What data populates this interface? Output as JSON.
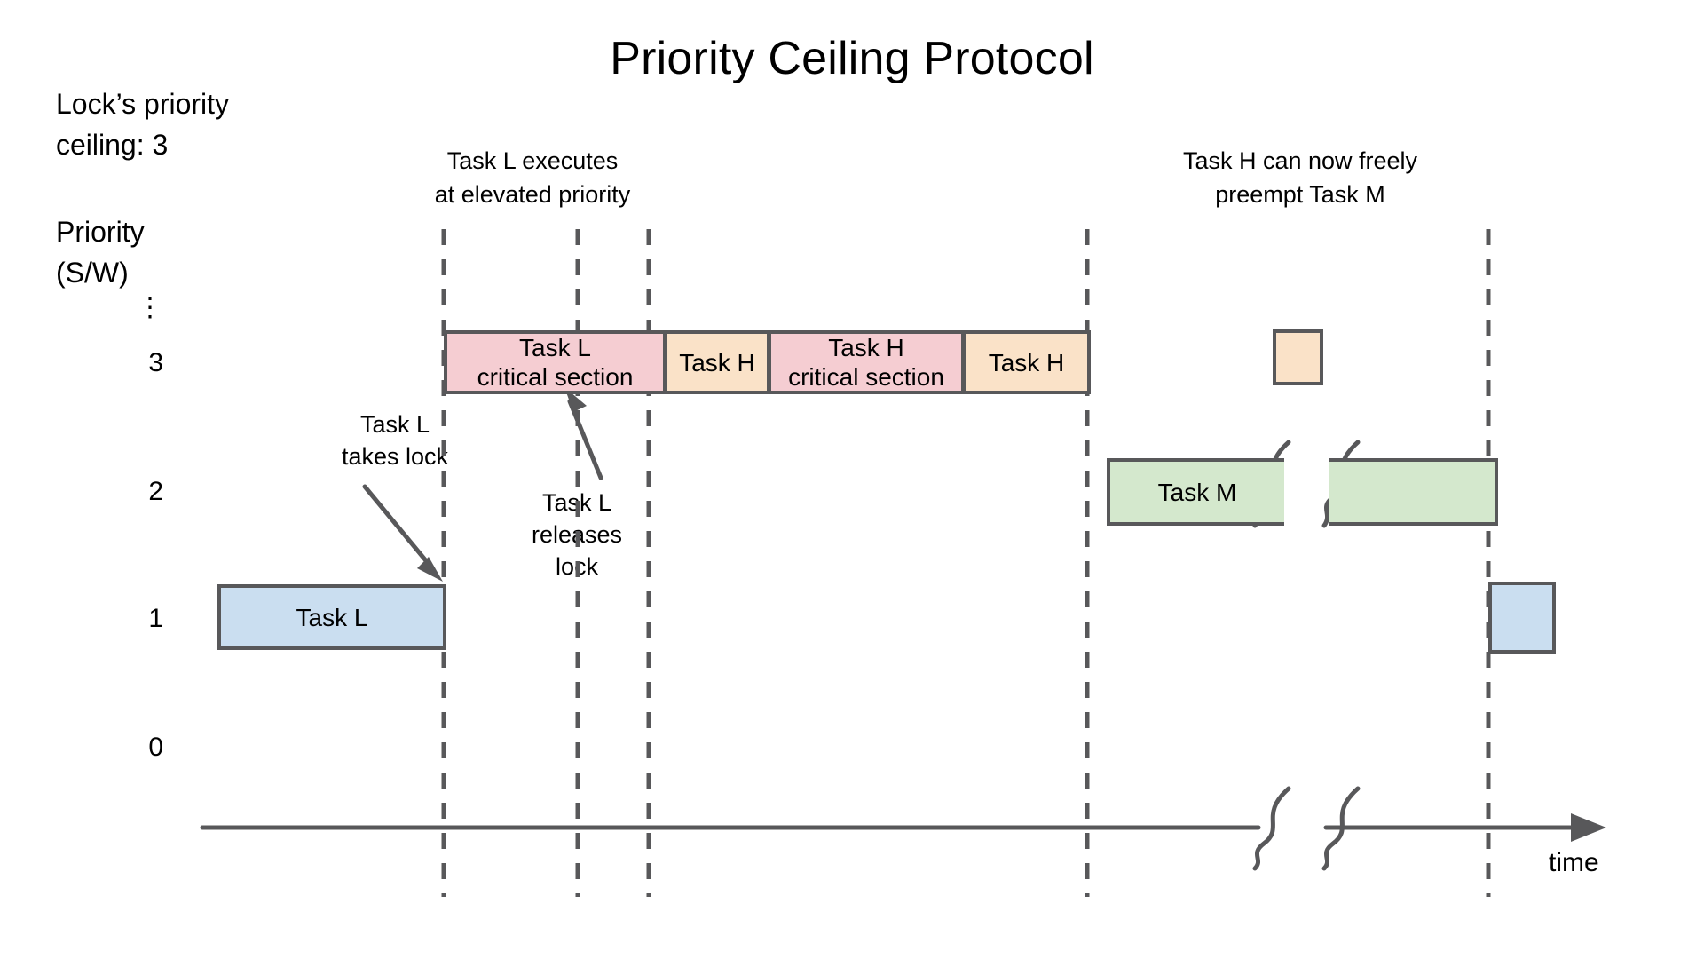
{
  "title": "Priority Ceiling Protocol",
  "corner_note": "Lock’s priority\nceiling: 3",
  "axis": {
    "y_label": "Priority\n(S/W)",
    "x_label": "time",
    "ticks": [
      "⋮",
      "3",
      "2",
      "1",
      "0"
    ]
  },
  "notes": {
    "left": "Task L executes\nat elevated priority",
    "right": "Task H can now freely\npreempt Task M"
  },
  "callouts": {
    "takes_lock": "Task L\ntakes lock",
    "releases_lock": "Task L\nreleases\nlock"
  },
  "colors": {
    "critical_section": "#f5cdd2",
    "task_h": "#fae2c8",
    "task_m": "#d4e8cd",
    "task_l": "#cadef0",
    "stroke": "#58585a",
    "background": "#ffffff"
  },
  "chart_data": {
    "type": "timeline",
    "title": "Priority Ceiling Protocol",
    "xlabel": "time",
    "ylabel": "Priority (S/W)",
    "y_levels": [
      {
        "label": "⋮",
        "value": null
      },
      {
        "label": "3",
        "value": 3
      },
      {
        "label": "2",
        "value": 2
      },
      {
        "label": "1",
        "value": 1
      },
      {
        "label": "0",
        "value": 0
      }
    ],
    "event_lines": [
      1,
      2,
      3,
      4,
      5
    ],
    "blocks": [
      {
        "label": "Task L",
        "priority": 1,
        "color": "#cadef0",
        "segment": "start"
      },
      {
        "label": "Task L\ncritical section",
        "priority": 3,
        "color": "#f5cdd2"
      },
      {
        "label": "Task H",
        "priority": 3,
        "color": "#fae2c8"
      },
      {
        "label": "Task H\ncritical section",
        "priority": 3,
        "color": "#f5cdd2"
      },
      {
        "label": "Task H",
        "priority": 3,
        "color": "#fae2c8"
      },
      {
        "label": "Task M",
        "priority": 2,
        "color": "#d4e8cd"
      },
      {
        "label": "",
        "priority": 2,
        "color": "#d4e8cd",
        "segment": "continued"
      },
      {
        "label": "",
        "priority": 3,
        "color": "#fae2c8",
        "segment": "preempt"
      },
      {
        "label": "",
        "priority": 1,
        "color": "#cadef0",
        "segment": "resume"
      }
    ]
  },
  "block_labels": {
    "task_l": "Task L",
    "task_l_cs": "Task L\ncritical section",
    "task_h_1": "Task H",
    "task_h_cs": "Task H\ncritical section",
    "task_h_2": "Task H",
    "task_h_small": "",
    "task_m": "Task M",
    "task_m_cont": "",
    "task_l_resume": ""
  }
}
